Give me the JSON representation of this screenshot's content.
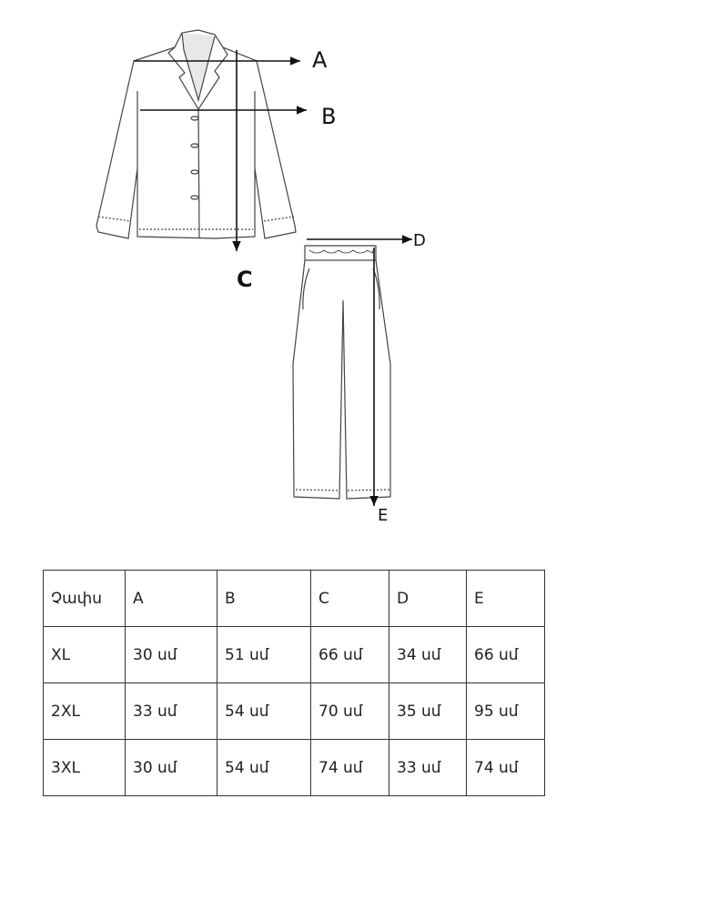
{
  "diagram": {
    "labels": {
      "A": "A",
      "B": "B",
      "C": "C",
      "D": "D",
      "E": "E"
    }
  },
  "size_table": {
    "headers": [
      "Չափս",
      "A",
      "B",
      "C",
      "D",
      "E"
    ],
    "rows": [
      [
        "XL",
        "30 սմ",
        "51 սմ",
        "66 սմ",
        "34 սմ",
        "66 սմ"
      ],
      [
        "2XL",
        "33 սմ",
        "54 սմ",
        "70 սմ",
        "35 սմ",
        "95 սմ"
      ],
      [
        "3XL",
        "30 սմ",
        "54 սմ",
        "74 սմ",
        "33 սմ",
        "74 սմ"
      ]
    ]
  }
}
